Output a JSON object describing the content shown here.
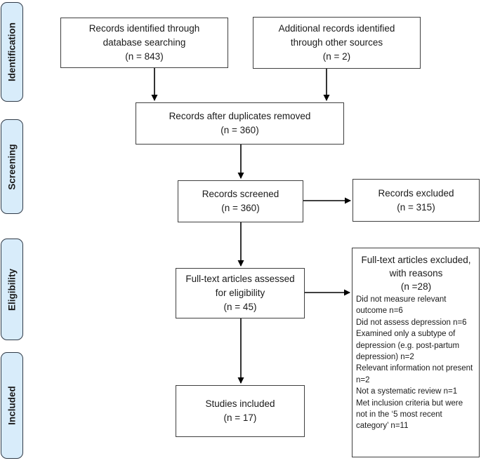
{
  "sidebar": {
    "items": [
      {
        "label": "Identification"
      },
      {
        "label": "Screening"
      },
      {
        "label": "Eligibility"
      },
      {
        "label": "Included"
      }
    ]
  },
  "boxes": {
    "identified": {
      "text": "Records identified through\ndatabase searching\n(n = 843)"
    },
    "additional": {
      "text": "Additional records identified\nthrough other sources\n(n = 2)"
    },
    "duplicates_removed": {
      "text": "Records after duplicates removed\n(n = 360)"
    },
    "screened": {
      "text": "Records screened\n(n = 360)"
    },
    "records_excluded": {
      "text": "Records excluded\n(n = 315)"
    },
    "fulltext_assessed": {
      "text": "Full-text articles assessed\nfor eligibility\n(n = 45)"
    },
    "fulltext_excluded": {
      "heading": "Full-text articles excluded,\nwith reasons\n(n =28)",
      "reasons": [
        "Did not measure relevant outcome n=6",
        "Did not assess depression n=6",
        "Examined only a subtype of depression (e.g. post-partum depression) n=2",
        "Relevant information not present n=2",
        "Not a systematic review n=1",
        "Met inclusion criteria but were not in the ‘5 most recent category’ n=11"
      ]
    },
    "studies_included": {
      "text": "Studies included\n(n = 17)"
    }
  },
  "colors": {
    "sidebar_fill": "#d8ecfa",
    "sidebar_border": "#2f3a47",
    "box_border": "#3f3f3f",
    "arrow": "#000000",
    "text": "#1a1a1a"
  }
}
